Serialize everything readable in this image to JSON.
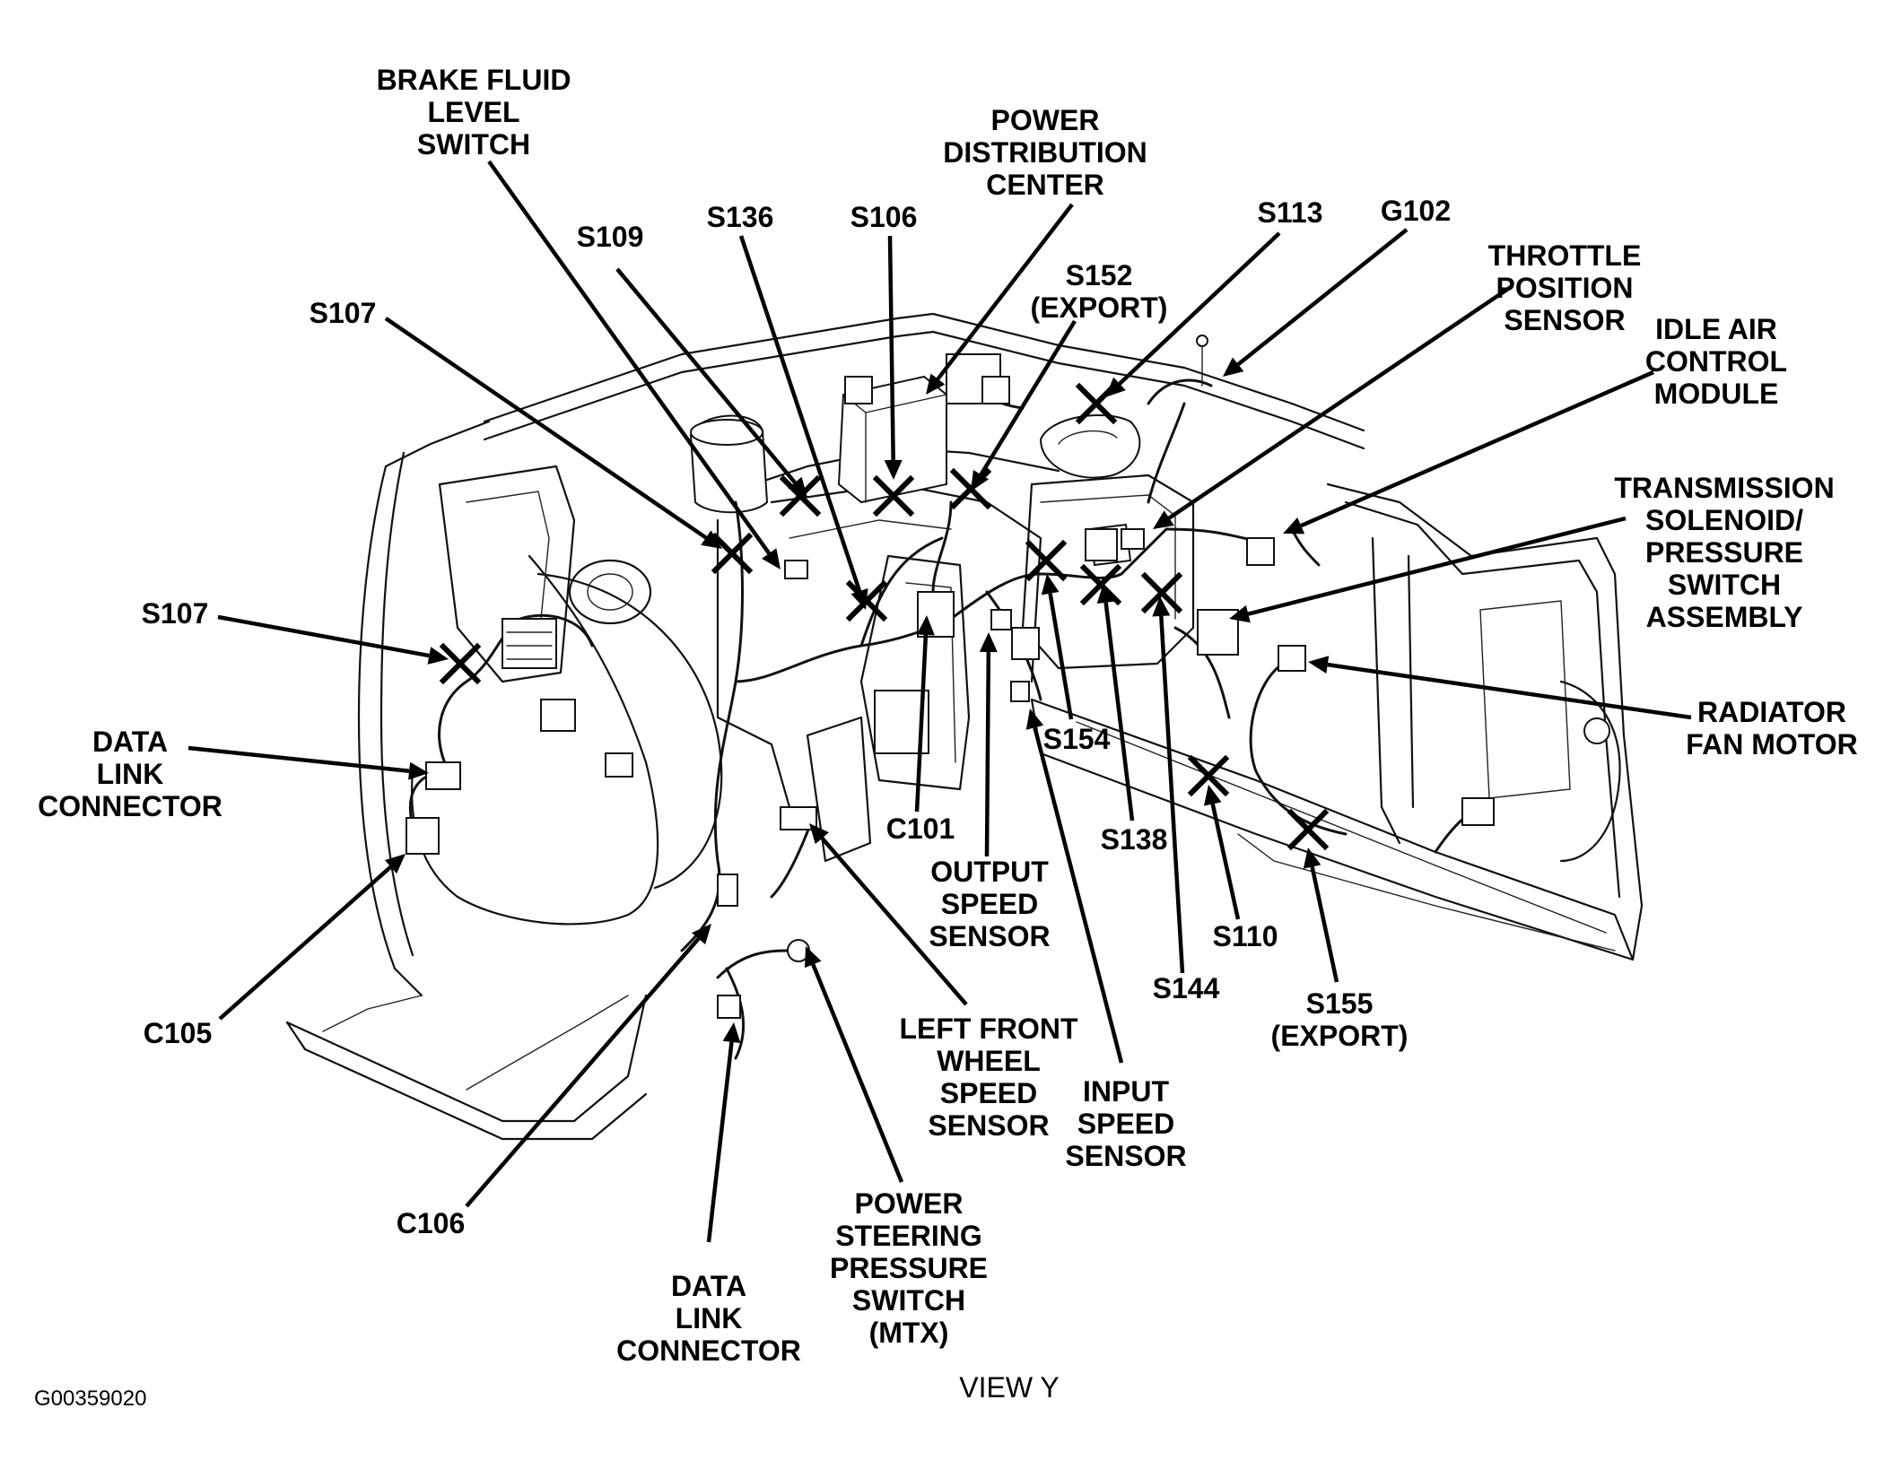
{
  "labels": {
    "brake_fluid_level_switch": [
      "BRAKE FLUID",
      "LEVEL",
      "SWITCH"
    ],
    "power_distribution_center": [
      "POWER",
      "DISTRIBUTION",
      "CENTER"
    ],
    "s109": [
      "S109"
    ],
    "s136": [
      "S136"
    ],
    "s106": [
      "S106"
    ],
    "s113": [
      "S113"
    ],
    "g102": [
      "G102"
    ],
    "s152": [
      "S152",
      "(EXPORT)"
    ],
    "throttle_position_sensor": [
      "THROTTLE",
      "POSITION",
      "SENSOR"
    ],
    "idle_air_control_module": [
      "IDLE AIR",
      "CONTROL",
      "MODULE"
    ],
    "s107_top": [
      "S107"
    ],
    "transmission_solenoid": [
      "TRANSMISSION",
      "SOLENOID/",
      "PRESSURE",
      "SWITCH",
      "ASSEMBLY"
    ],
    "s107_left": [
      "S107"
    ],
    "data_link_connector_left": [
      "DATA",
      "LINK",
      "CONNECTOR"
    ],
    "radiator_fan_motor": [
      "RADIATOR",
      "FAN MOTOR"
    ],
    "s154": [
      "S154"
    ],
    "c101": [
      "C101"
    ],
    "s138": [
      "S138"
    ],
    "output_speed_sensor": [
      "OUTPUT",
      "SPEED",
      "SENSOR"
    ],
    "s110": [
      "S110"
    ],
    "c105": [
      "C105"
    ],
    "s144": [
      "S144"
    ],
    "s155": [
      "S155",
      "(EXPORT)"
    ],
    "left_front_wheel_speed_sensor": [
      "LEFT FRONT",
      "WHEEL",
      "SPEED",
      "SENSOR"
    ],
    "input_speed_sensor": [
      "INPUT",
      "SPEED",
      "SENSOR"
    ],
    "c106": [
      "C106"
    ],
    "power_steering_pressure_switch": [
      "POWER",
      "STEERING",
      "PRESSURE",
      "SWITCH",
      "(MTX)"
    ],
    "data_link_connector_bottom": [
      "DATA",
      "LINK",
      "CONNECTOR"
    ]
  },
  "footer": {
    "figure_id": "G00359020",
    "view": "VIEW Y"
  }
}
